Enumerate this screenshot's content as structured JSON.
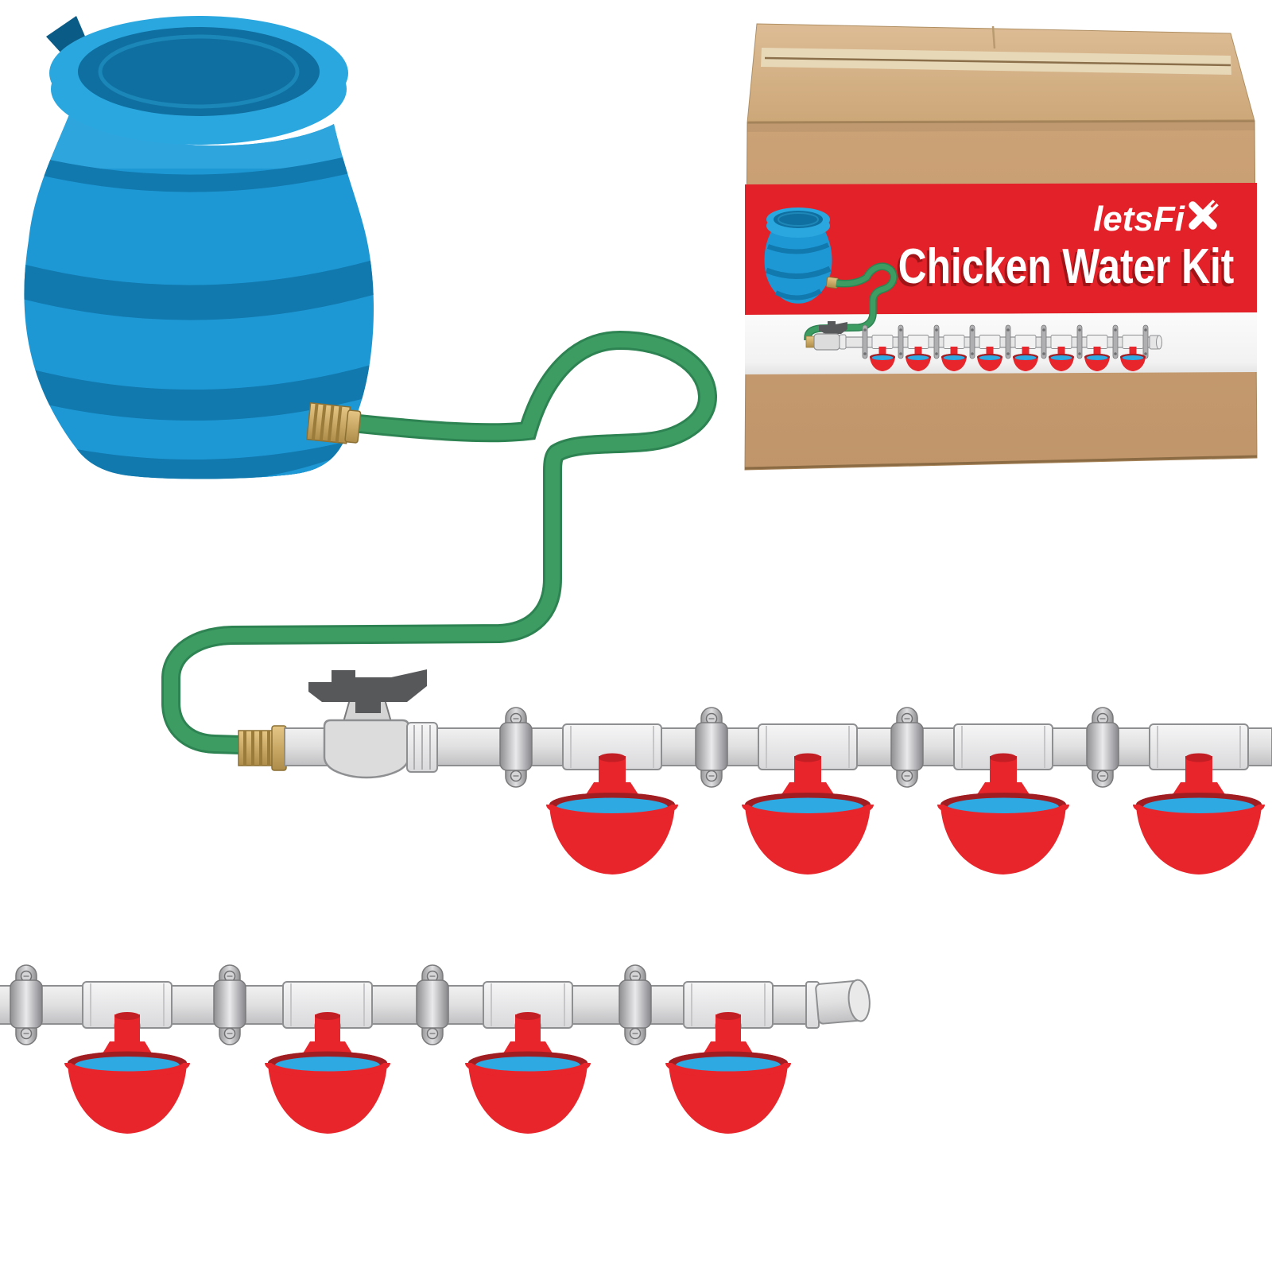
{
  "box": {
    "brand": {
      "text": "letsFi",
      "x_icon": "crossed-wrench-screwdriver-icon"
    },
    "title": "Chicken Water Kit",
    "colors": {
      "cardboard_top": "#D8B48B",
      "cardboard_front": "#C79E6E",
      "tape": "#E9DCBC",
      "banner_red": "#E32128",
      "band_white": "#F8F8F8",
      "text_white": "#FFFFFF",
      "title_shadow": "#A01418"
    },
    "mini_diagram": {
      "cup_xs": [
        1110,
        1155,
        1200,
        1245,
        1290,
        1335,
        1380,
        1425
      ],
      "clamp_xs": [
        1088,
        1133,
        1178,
        1223,
        1268,
        1313,
        1358,
        1403,
        1441
      ],
      "cup_count": 8,
      "clamp_count": 9,
      "parts": [
        "rain-barrel",
        "garden-hose",
        "brass-fitting",
        "ball-valve",
        "water-line-pipe",
        "pipe-clamp",
        "chicken-water-cup",
        "end-cap"
      ]
    }
  },
  "illustration": {
    "top_row": {
      "cup_xs": [
        770,
        1016,
        1262,
        1508
      ],
      "clamp_xs": [
        649,
        895,
        1141,
        1387
      ],
      "cup_count": 4,
      "clamp_count": 4
    },
    "bottom_row": {
      "cup_xs": [
        160,
        412,
        664,
        916
      ],
      "clamp_xs": [
        33,
        289,
        544,
        799
      ],
      "cup_count": 4,
      "clamp_count": 4,
      "has_end_cap": true
    },
    "colors": {
      "barrel_body": "#1E98D5",
      "barrel_bands": "#1179AD",
      "barrel_rim": "#2BA7DF",
      "barrel_lid": "#0F6FA0",
      "hose_green": "#3C9C62",
      "hose_edge": "#2E8352",
      "brass": "#D2AC62",
      "pipe_gray": "#DEDEDF",
      "pipe_stroke": "#8E8F91",
      "clamp_gray": "#B9B9BA",
      "valve_handle": "#57585A",
      "cup_red": "#E8252B",
      "cup_rim_dark": "#A01D21",
      "water_blue": "#2FA9E2"
    }
  }
}
